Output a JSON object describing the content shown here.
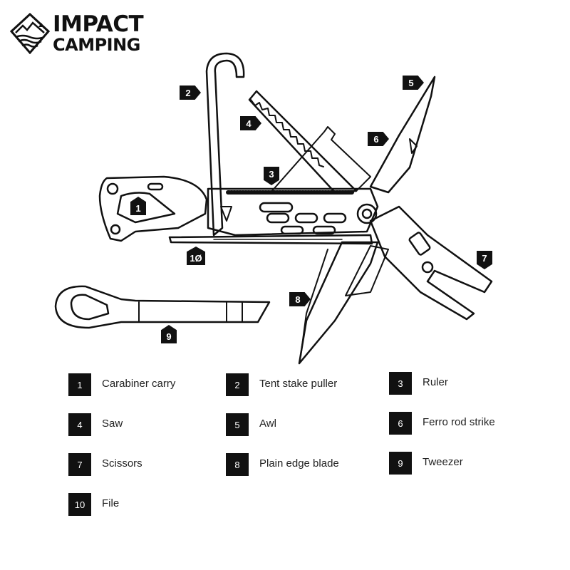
{
  "brand": {
    "line1": "IMPACT",
    "line2": "CAMPING"
  },
  "callouts": [
    "1",
    "2",
    "3",
    "4",
    "5",
    "6",
    "7",
    "8",
    "9",
    "1Ø"
  ],
  "legend": [
    {
      "num": "1",
      "label": "Carabiner carry"
    },
    {
      "num": "2",
      "label": "Tent stake puller"
    },
    {
      "num": "3",
      "label": "Ruler"
    },
    {
      "num": "4",
      "label": "Saw"
    },
    {
      "num": "5",
      "label": "Awl"
    },
    {
      "num": "6",
      "label": "Ferro rod strike"
    },
    {
      "num": "7",
      "label": "Scissors"
    },
    {
      "num": "8",
      "label": "Plain edge blade"
    },
    {
      "num": "9",
      "label": "Tweezer"
    },
    {
      "num": "10",
      "label": "File"
    }
  ]
}
